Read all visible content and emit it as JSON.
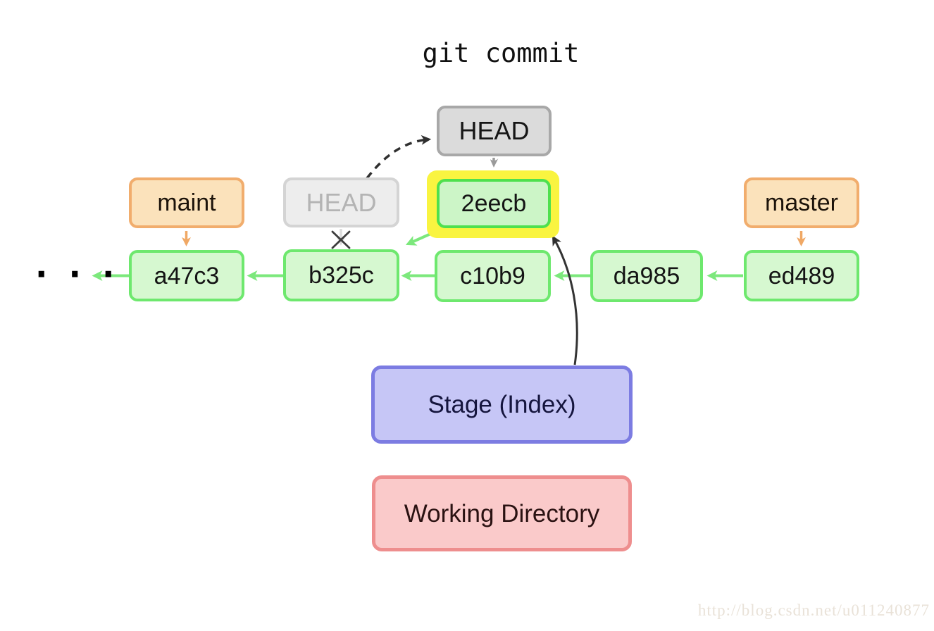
{
  "title": "git commit",
  "boxes": {
    "head": "HEAD",
    "old_head": "HEAD",
    "new_commit": "2eecb",
    "maint": "maint",
    "master": "master",
    "commits": [
      "a47c3",
      "b325c",
      "c10b9",
      "da985",
      "ed489"
    ],
    "stage": "Stage (Index)",
    "working_directory": "Working Directory"
  },
  "ellipsis": "· · ·",
  "watermark": "http://blog.csdn.net/u011240877",
  "colors": {
    "commit_border": "#6ee86e",
    "commit_fill": "#d6f8d0",
    "new_commit_border": "#4ee04e",
    "highlight_yellow": "#f9f440",
    "branch_border": "#f1ad6d",
    "branch_fill": "#fbe2bb",
    "head_border": "#a8a8a8",
    "head_fill": "#dbdbdb",
    "old_head_border": "#d4d4d4",
    "old_head_fill": "#ededed",
    "old_head_text": "#b4b4b4",
    "stage_border": "#7c7ce2",
    "stage_fill": "#c6c6f6",
    "working_border": "#ee8e8e",
    "working_fill": "#facaca",
    "arrow_green": "#7ce87c",
    "arrow_orange": "#f0a865",
    "arrow_gray": "#9a9a9a",
    "arrow_black": "#333333"
  }
}
